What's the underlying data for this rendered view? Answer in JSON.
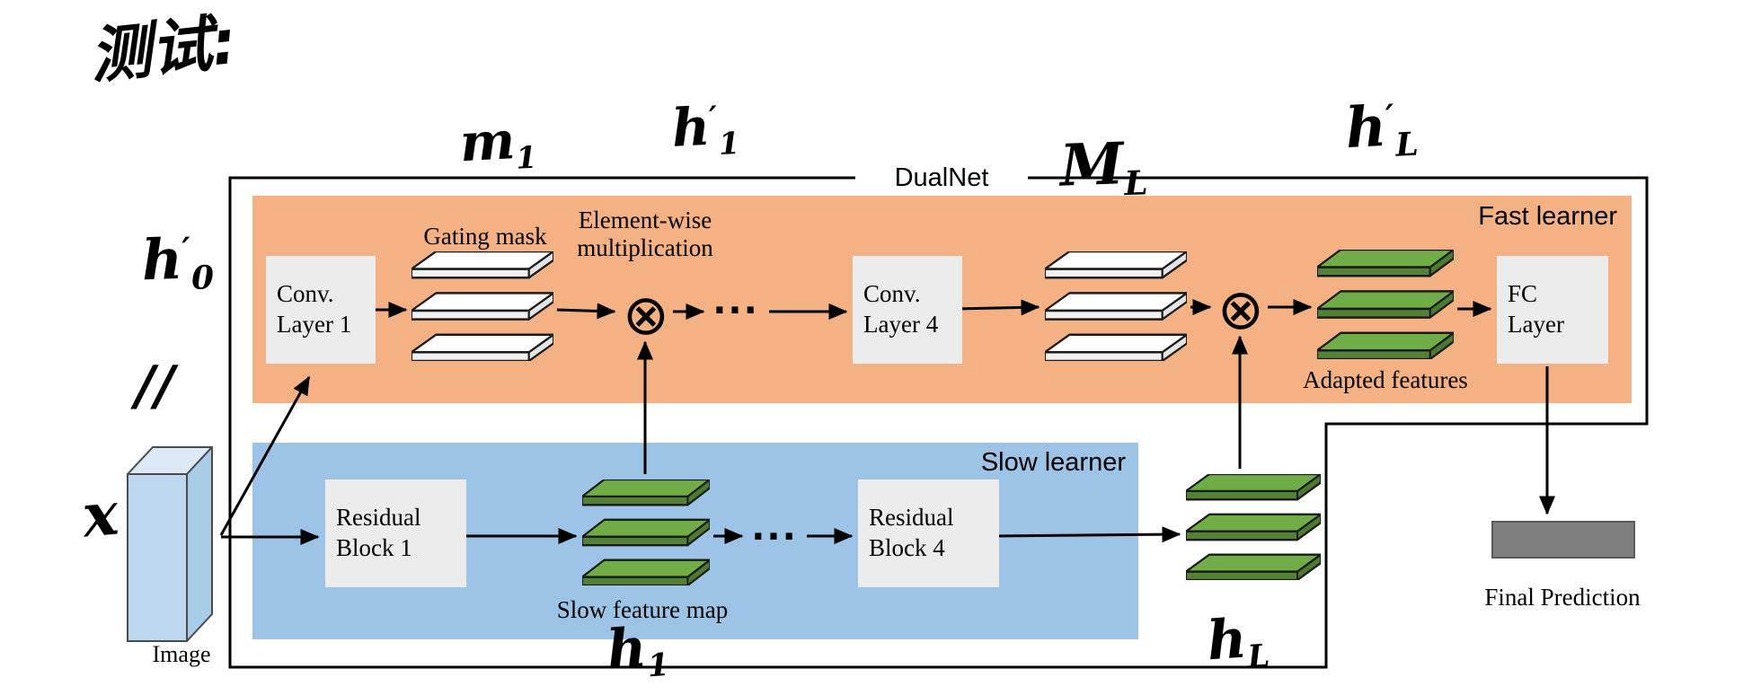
{
  "diagram": {
    "title": "DualNet",
    "fast_learner": {
      "label": "Fast learner",
      "conv1_line1": "Conv.",
      "conv1_line2": "Layer 1",
      "gating_mask": "Gating mask",
      "elementwise_line1": "Element-wise",
      "elementwise_line2": "multiplication",
      "otimes": "⊗",
      "ellipsis": "···",
      "conv4_line1": "Conv.",
      "conv4_line2": "Layer 4",
      "adapted_features": "Adapted features",
      "fc_line1": "FC",
      "fc_line2": "Layer"
    },
    "slow_learner": {
      "label": "Slow learner",
      "res1_line1": "Residual",
      "res1_line2": "Block 1",
      "slow_feature_map": "Slow feature map",
      "ellipsis": "···",
      "res4_line1": "Residual",
      "res4_line2": "Block 4"
    },
    "image_label": "Image",
    "final_prediction": "Final Prediction"
  },
  "handwritten": {
    "test_note": "测试:",
    "m1": {
      "base": "m",
      "sub": "1"
    },
    "h1_prime": {
      "base": "h",
      "sub": "1",
      "sup": "′"
    },
    "mL": {
      "base": "M",
      "sub": "L"
    },
    "hL_prime": {
      "base": "h",
      "sub": "L",
      "sup": "′"
    },
    "h0_prime": {
      "base": "h",
      "sub": "0",
      "sup": "′"
    },
    "double_slash": "//",
    "x": "x",
    "h1": {
      "base": "h",
      "sub": "1"
    },
    "hL": {
      "base": "h",
      "sub": "L"
    }
  },
  "colors": {
    "fast_learner_bg": "#F4B183",
    "slow_learner_bg": "#9DC3E6",
    "block_bg": "#ECECEC",
    "green_plate": "#71AD47",
    "green_plate_dark": "#538135",
    "white_plate": "#FFFFFF",
    "image_front": "#BDD7EE",
    "prediction_bar": "#7F7F7F",
    "line": "#000000"
  }
}
